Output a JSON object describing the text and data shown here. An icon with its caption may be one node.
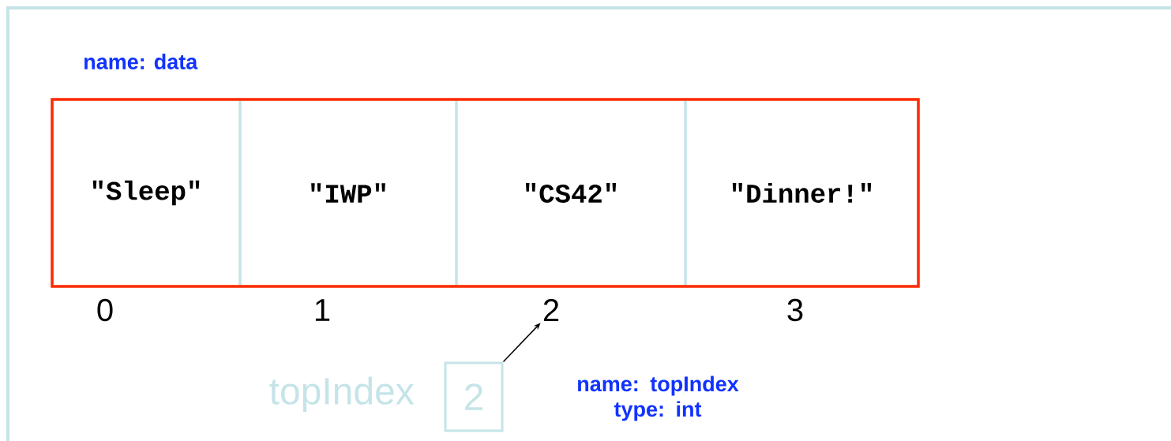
{
  "diagram": {
    "nodes": [
      {
        "text": [
          "name: data"
        ]
      },
      {
        "text": [
          "\"Sleep\""
        ],
        "in": 0
      },
      {
        "text": [
          "\"IWP\""
        ],
        "in": 0
      },
      {
        "text": [
          "\"CS42\""
        ],
        "in": 0
      },
      {
        "text": [
          "\"Dinner!\""
        ],
        "in": 0
      },
      {
        "text": [
          "0"
        ]
      },
      {
        "text": [
          "1"
        ]
      },
      {
        "text": [
          "2"
        ]
      },
      {
        "text": [
          "3"
        ]
      },
      {
        "text": [
          "2"
        ],
        "beside": [
          "topIndex",
          "name: topIndex type: int"
        ]
      }
    ],
    "edges": [
      {
        "from": 9,
        "to": 7,
        "arrow": "to"
      }
    ]
  }
}
